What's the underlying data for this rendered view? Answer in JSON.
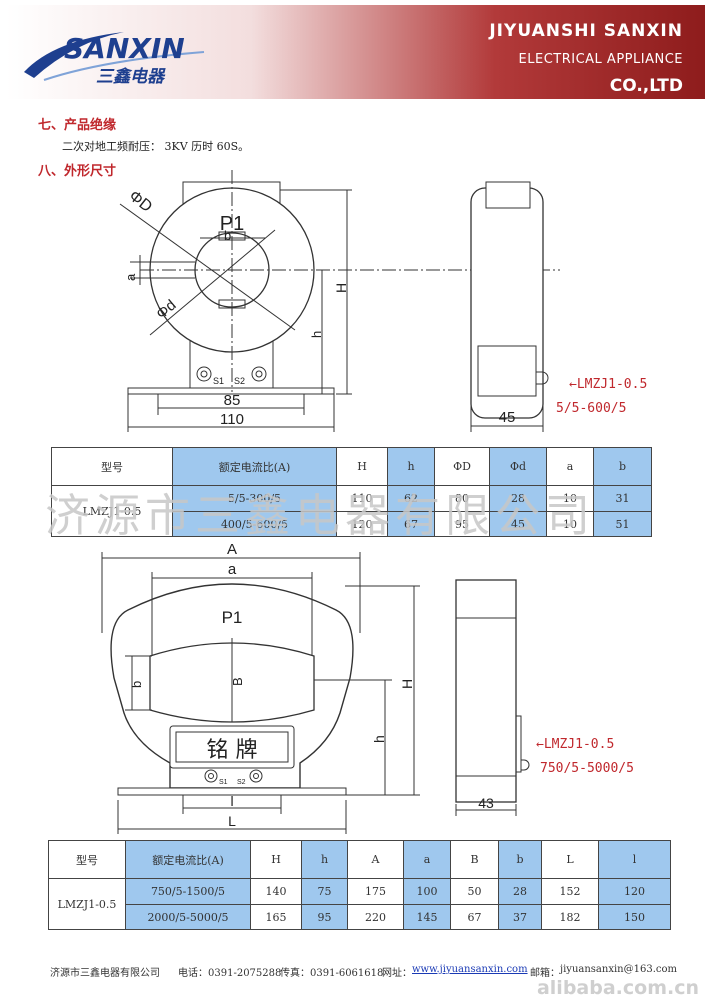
{
  "header": {
    "brand_en": "SANXIN",
    "brand_cn": "三鑫电器",
    "company_line1": "JIYUANSHI SANXIN",
    "company_line2": "ELECTRICAL APPLIANCE",
    "company_line3": "CO.,LTD"
  },
  "section7": {
    "title": "七、产品绝缘",
    "text": "二次对地工频耐压： 3KV 历时 60S。"
  },
  "section8": {
    "title": "八、外形尺寸"
  },
  "diagram1": {
    "phi_D": "ΦD",
    "P1": "P1",
    "b": "b",
    "a": "a",
    "phi_d": "Φd",
    "h": "h",
    "H": "H",
    "s1": "S1",
    "s2": "S2",
    "dim85": "85",
    "dim110": "110",
    "dim45": "45",
    "model_callout": "←LMZJ1-0.5",
    "ratio_callout": "5/5-600/5"
  },
  "table1": {
    "headers": [
      "型号",
      "额定电流比(A)",
      "H",
      "h",
      "ΦD",
      "Φd",
      "a",
      "b"
    ],
    "model": "LMZJ1-0.5",
    "rows": [
      [
        "5/5-300/5",
        "110",
        "62",
        "80",
        "28",
        "10",
        "31"
      ],
      [
        "400/5-600/5",
        "120",
        "67",
        "95",
        "45",
        "10",
        "51"
      ]
    ]
  },
  "watermark": "济源市三鑫电器有限公司",
  "diagram2": {
    "A": "A",
    "a": "a",
    "P1": "P1",
    "b": "b",
    "B": "B",
    "H": "H",
    "h": "h",
    "nameplate": "铭 牌",
    "s1": "S1",
    "s2": "S2",
    "l": "l",
    "L": "L",
    "dim43": "43",
    "model_callout": "←LMZJ1-0.5",
    "ratio_callout": "750/5-5000/5"
  },
  "table2": {
    "headers": [
      "型号",
      "额定电流比(A)",
      "H",
      "h",
      "A",
      "a",
      "B",
      "b",
      "L",
      "l"
    ],
    "model": "LMZJ1-0.5",
    "rows": [
      [
        "750/5-1500/5",
        "140",
        "75",
        "175",
        "100",
        "50",
        "28",
        "152",
        "120"
      ],
      [
        "2000/5-5000/5",
        "165",
        "95",
        "220",
        "145",
        "67",
        "37",
        "182",
        "150"
      ]
    ]
  },
  "footer": {
    "company": "济源市三鑫电器有限公司",
    "phone": "电话：0391-2075288",
    "fax": "传真：0391-6061618",
    "web_label": "网址：",
    "web": "www.jiyuansanxin.com",
    "email_label": "邮箱：",
    "email": "jiyuansanxin@163.com",
    "alibaba": "alibaba.com.cn"
  }
}
